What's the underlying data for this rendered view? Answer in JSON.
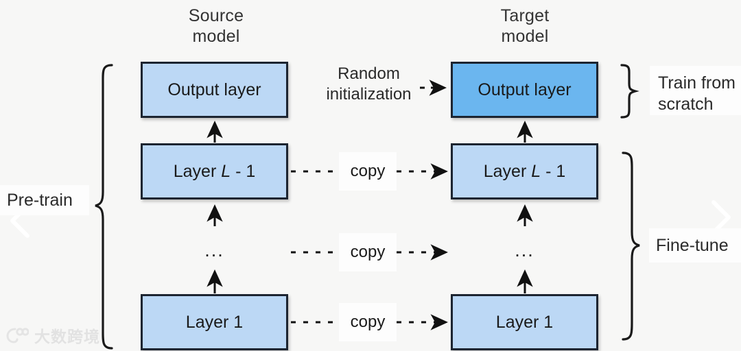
{
  "diagram": {
    "background_color": "#f7f7f6",
    "box_fill": "#bcd8f5",
    "box_fill_accent": "#6bb6ef",
    "box_border_color": "#1c2430",
    "columns": {
      "source_title_line1": "Source",
      "source_title_line2": "model",
      "target_title_line1": "Target",
      "target_title_line2": "model"
    },
    "source_layers": [
      {
        "label": "Output layer",
        "accent": false
      },
      {
        "label": "Layer L - 1",
        "accent": false,
        "italic_token": "L"
      },
      {
        "label": "...",
        "is_ellipsis": true
      },
      {
        "label": "Layer 1",
        "accent": false
      }
    ],
    "target_layers": [
      {
        "label": "Output layer",
        "accent": true
      },
      {
        "label": "Layer L - 1",
        "accent": false,
        "italic_token": "L"
      },
      {
        "label": "...",
        "is_ellipsis": true
      },
      {
        "label": "Layer 1",
        "accent": false
      }
    ],
    "connectors": {
      "random_init_line1": "Random",
      "random_init_line2": "initialization",
      "copy_label": "copy",
      "copy_count": 3
    },
    "annotations": {
      "left_brace_label": "Pre-train",
      "right_top_label_line1": "Train from",
      "right_top_label_line2": "scratch",
      "right_bottom_label": "Fine-tune"
    },
    "navigation": {
      "prev_icon": "chevron-left-icon",
      "next_icon": "chevron-right-icon"
    },
    "watermark": {
      "text": "大数跨境",
      "icon": "logo-mark-icon"
    }
  }
}
